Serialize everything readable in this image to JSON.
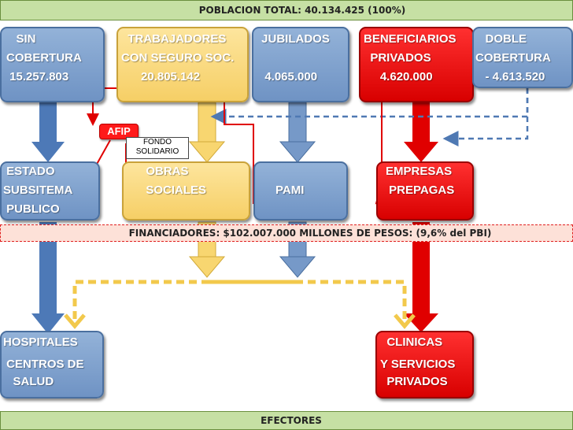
{
  "title": "POBLACION  TOTAL:  40.134.425 (100%)",
  "top_boxes": {
    "sin_cobertura": [
      "   SIN",
      "COBERTURA",
      " 15.257.803"
    ],
    "trabajadores": [
      "  TRABAJADORES",
      "CON SEGURO SOC.",
      "      20.805.142"
    ],
    "jubilados": [
      " JUBILADOS",
      "",
      "  4.065.000"
    ],
    "beneficiarios": [
      "BENEFICIARIOS",
      "  PRIVADOS",
      "     4.620.000"
    ],
    "doble": [
      "   DOBLE",
      "COBERTURA",
      "   - 4.613.520"
    ]
  },
  "afip": "AFIP",
  "fondo": [
    "FONDO",
    "SOLIDARIO"
  ],
  "mid_boxes": {
    "estado": [
      " ESTADO",
      "SUBSITEMA",
      " PUBLICO"
    ],
    "obras": [
      "  OBRAS",
      "  SOCIALES"
    ],
    "pami": [
      "PAMI"
    ],
    "prepagas": [
      "EMPRESAS",
      " PREPAGAS"
    ]
  },
  "financiadores": "FINANCIADORES:  $102.007.000  MILLONES DE PESOS: (9,6% del PBI)",
  "bottom_boxes": {
    "hospitales": [
      "HOSPITALES",
      " CENTROS DE",
      "   SALUD"
    ],
    "clinicas": [
      "  CLINICAS",
      "Y SERVICIOS",
      "  PRIVADOS"
    ]
  },
  "efectores": "EFECTORES",
  "colors": {
    "blue": "#7699c8",
    "yellow": "#f8d670",
    "red": "#e00000",
    "banner": "#c6e0a4"
  }
}
